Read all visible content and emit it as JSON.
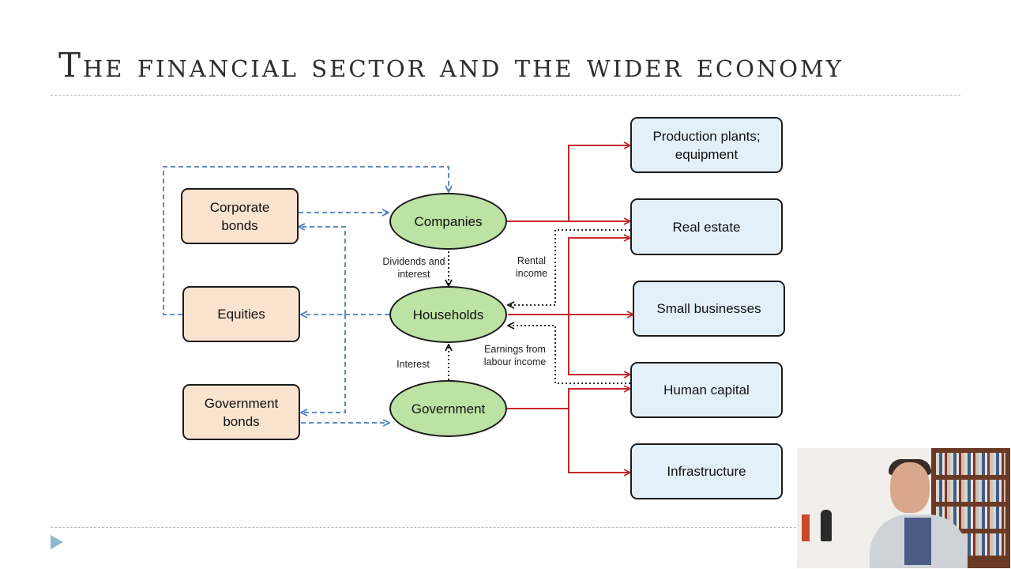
{
  "slide": {
    "title": "The financial sector and the wider economy"
  },
  "financial_assets": [
    {
      "id": "corporate_bonds",
      "label": "Corporate\nbonds"
    },
    {
      "id": "equities",
      "label": "Equities"
    },
    {
      "id": "government_bonds",
      "label": "Government\nbonds"
    }
  ],
  "actors": [
    {
      "id": "companies",
      "label": "Companies"
    },
    {
      "id": "households",
      "label": "Households"
    },
    {
      "id": "government",
      "label": "Government"
    }
  ],
  "real_economy": [
    {
      "id": "production",
      "label": "Production plants;\nequipment"
    },
    {
      "id": "real_estate",
      "label": "Real estate"
    },
    {
      "id": "small_businesses",
      "label": "Small businesses"
    },
    {
      "id": "human_capital",
      "label": "Human capital"
    },
    {
      "id": "infrastructure",
      "label": "Infrastructure"
    }
  ],
  "flow_labels": {
    "dividends": "Dividends and\ninterest",
    "interest": "Interest",
    "rental": "Rental\nincome",
    "earnings": "Earnings from\nlabour income"
  },
  "colors": {
    "financial_fill": "#fae3cf",
    "actor_fill": "#bde3a4",
    "economy_fill": "#e4f0f9",
    "investment_arrow": "#c8282a",
    "finance_arrow": "#4a7cc0",
    "income_arrow": "#111111"
  }
}
